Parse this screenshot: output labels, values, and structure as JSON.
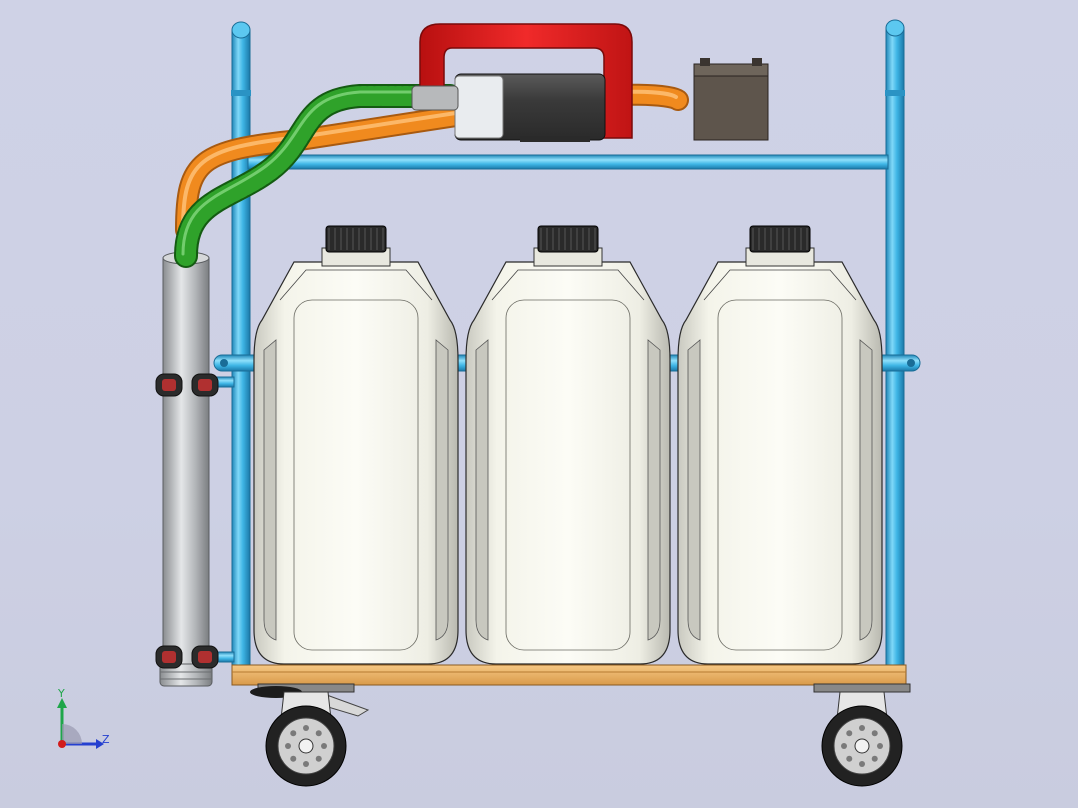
{
  "view": {
    "background_top": "#cfd2e6",
    "background_bottom": "#c9ccdf"
  },
  "triad": {
    "y_label": "Y",
    "z_label": "Z",
    "y_color": "#1fa64a",
    "z_color": "#2540d0",
    "x_color": "#d21c1c"
  },
  "caster_label": "",
  "colors": {
    "frame_tube": "#3fb6e6",
    "frame_tube_dark": "#1f86b8",
    "hose_green": "#2fa22a",
    "hose_orange": "#f08a1e",
    "handle_red": "#e41b1b",
    "motor_body": "#4a4a4a",
    "battery": "#5e554c",
    "jerrycan_body": "#f7f7ef",
    "jerrycan_cap": "#2a2a2a",
    "base_board": "#f0b56a",
    "filter_tube": "#b9bcbf",
    "wheel": "#222222"
  },
  "components": {
    "jerrycan_count": 3,
    "wheel_count": 2
  }
}
